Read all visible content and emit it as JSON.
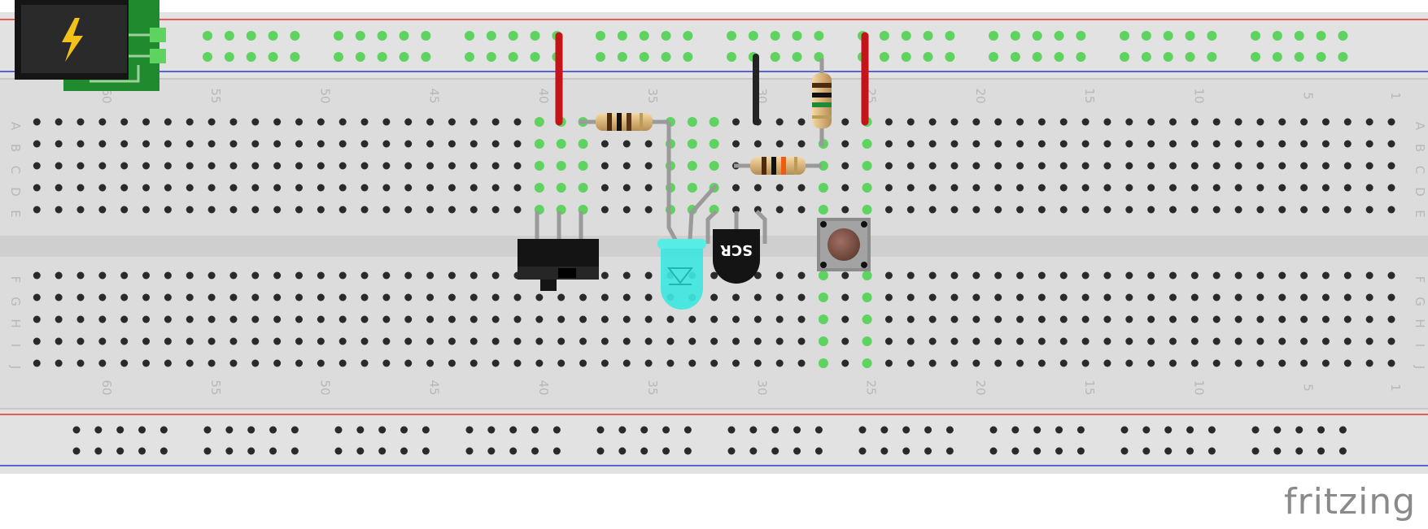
{
  "app": {
    "brand": "fritzing"
  },
  "breadboard": {
    "column_numbers": [
      "60",
      "55",
      "50",
      "45",
      "40",
      "35",
      "30",
      "25",
      "20",
      "15",
      "10",
      "5",
      "1"
    ],
    "row_letters_top": [
      "A",
      "B",
      "C",
      "D",
      "E"
    ],
    "row_letters_bottom": [
      "F",
      "G",
      "H",
      "I",
      "J"
    ]
  },
  "components": {
    "scr_label": "SCR"
  },
  "colors": {
    "board": "#d9d9d9",
    "rail_red": "#e8312a",
    "rail_blue": "#2e3bc8",
    "hole": "#2a2a2a",
    "hole_active": "#5fd35f",
    "wire_red": "#c4141a",
    "wire_black": "#232323",
    "leg": "#9a9a9a",
    "led": "#3fe6e0",
    "pcb": "#1f8a2e"
  },
  "icons": {
    "power_jack": "lightning-bolt-icon"
  }
}
